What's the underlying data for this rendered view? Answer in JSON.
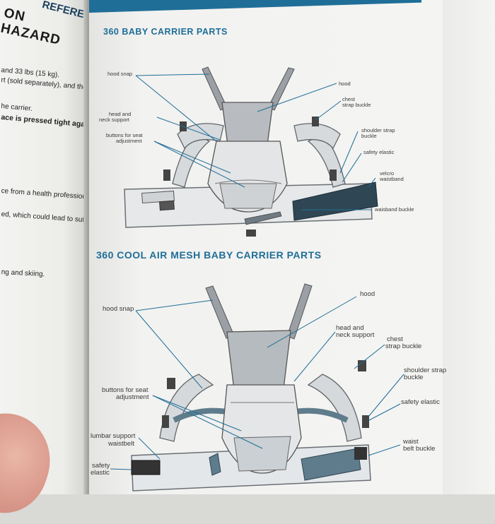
{
  "left_page": {
    "heading_1": "REFERENC",
    "heading_2": "ON HAZARD",
    "lines": [
      "and 33 lbs (15 kg).",
      "rt (sold separately), and these infants",
      "he carrier.",
      "ace is pressed tight against your bod",
      "ce from a health professional befo",
      "ed, which could lead to suffocati",
      "ng and skiing."
    ]
  },
  "section1": {
    "title": "360 BABY CARRIER PARTS",
    "labels": {
      "hood_snap": "hood snap",
      "head_neck_1": "head and",
      "head_neck_2": "neck support",
      "buttons_1": "buttons for seat",
      "buttons_2": "adjustment",
      "hood": "hood",
      "chest_1": "chest",
      "chest_2": "strap buckle",
      "shoulder_1": "shoulder strap",
      "shoulder_2": "buckle",
      "safety_elastic": "safety elastic",
      "velcro_1": "velcro",
      "velcro_2": "waistband",
      "waisband_buckle": "waisband buckle"
    }
  },
  "section2": {
    "title": "360 COOL AIR MESH BABY CARRIER PARTS",
    "labels": {
      "hood": "hood",
      "hood_snap": "hood snap",
      "head_neck_1": "head and",
      "head_neck_2": "neck support",
      "chest_1": "chest",
      "chest_2": "strap buckle",
      "shoulder_1": "shoulder strap",
      "shoulder_2": "buckle",
      "buttons_1": "buttons for seat",
      "buttons_2": "adjustment",
      "safety_elastic_r": "safety elastic",
      "lumbar_1": "lumbar support",
      "lumbar_2": "waistbelt",
      "waist_1": "waist",
      "waist_2": "belt buckle",
      "safety_1": "safety",
      "safety_2": "elastic"
    }
  }
}
